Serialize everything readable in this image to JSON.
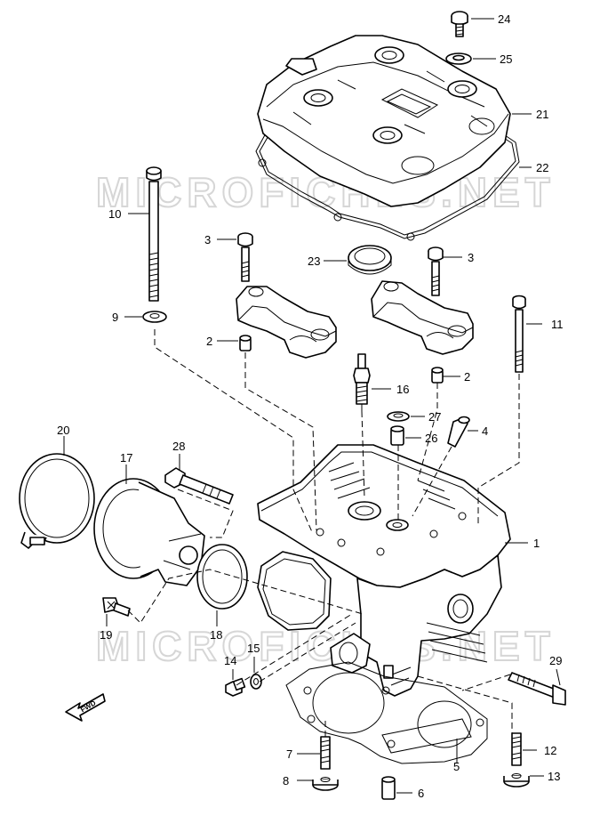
{
  "watermark": "MICROFICHES.NET",
  "fwd_label": "FWD",
  "callouts": {
    "n1": "1",
    "n2a": "2",
    "n2b": "2",
    "n3a": "3",
    "n3b": "3",
    "n4": "4",
    "n5": "5",
    "n6": "6",
    "n7": "7",
    "n8": "8",
    "n9": "9",
    "n10": "10",
    "n11": "11",
    "n12": "12",
    "n13": "13",
    "n14": "14",
    "n15": "15",
    "n16": "16",
    "n17": "17",
    "n18": "18",
    "n19": "19",
    "n20": "20",
    "n21": "21",
    "n22": "22",
    "n23": "23",
    "n24": "24",
    "n25": "25",
    "n26": "26",
    "n27": "27",
    "n29": "29"
  }
}
